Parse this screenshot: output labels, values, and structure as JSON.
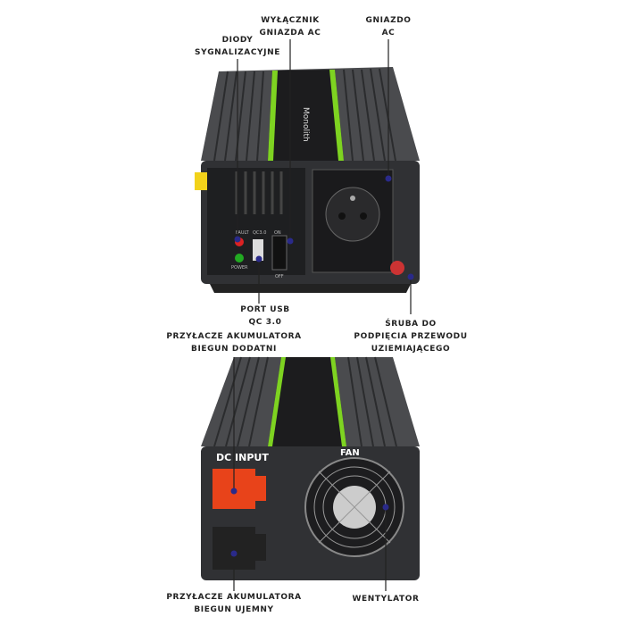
{
  "callouts": {
    "leds": [
      "DIODY",
      "SYGNALIZACYJNE"
    ],
    "ac_switch": [
      "WYŁĄCZNIK",
      "GNIAZDA AC"
    ],
    "ac_socket": [
      "GNIAZDO",
      "AC"
    ],
    "usb_port": [
      "PORT USB",
      "QC 3.0"
    ],
    "ground_screw": [
      "ŚRUBA DO",
      "PODPIĘCIA PRZEWODU",
      "UZIEMIAJĄCEGO"
    ],
    "battery_positive": [
      "PRZYŁACZE AKUMULATORA",
      "BIEGUN DODATNI"
    ],
    "battery_negative": [
      "PRZYŁACZE AKUMULATORA",
      "BIEGUN UJEMNY"
    ],
    "fan": [
      "WENTYLATOR"
    ]
  },
  "device": {
    "brand": "Monolith",
    "panel_labels": {
      "fault": "FAULT",
      "qc": "QC3.0",
      "on": "ON",
      "power": "POWER",
      "off": "OFF",
      "dc_input": "DC INPUT",
      "fan": "FAN"
    }
  },
  "colors": {
    "body": "#3a3b3d",
    "accent": "#7ed321",
    "dot": "#2a2a8a",
    "positive": "#e8431a",
    "negative": "#222222"
  }
}
